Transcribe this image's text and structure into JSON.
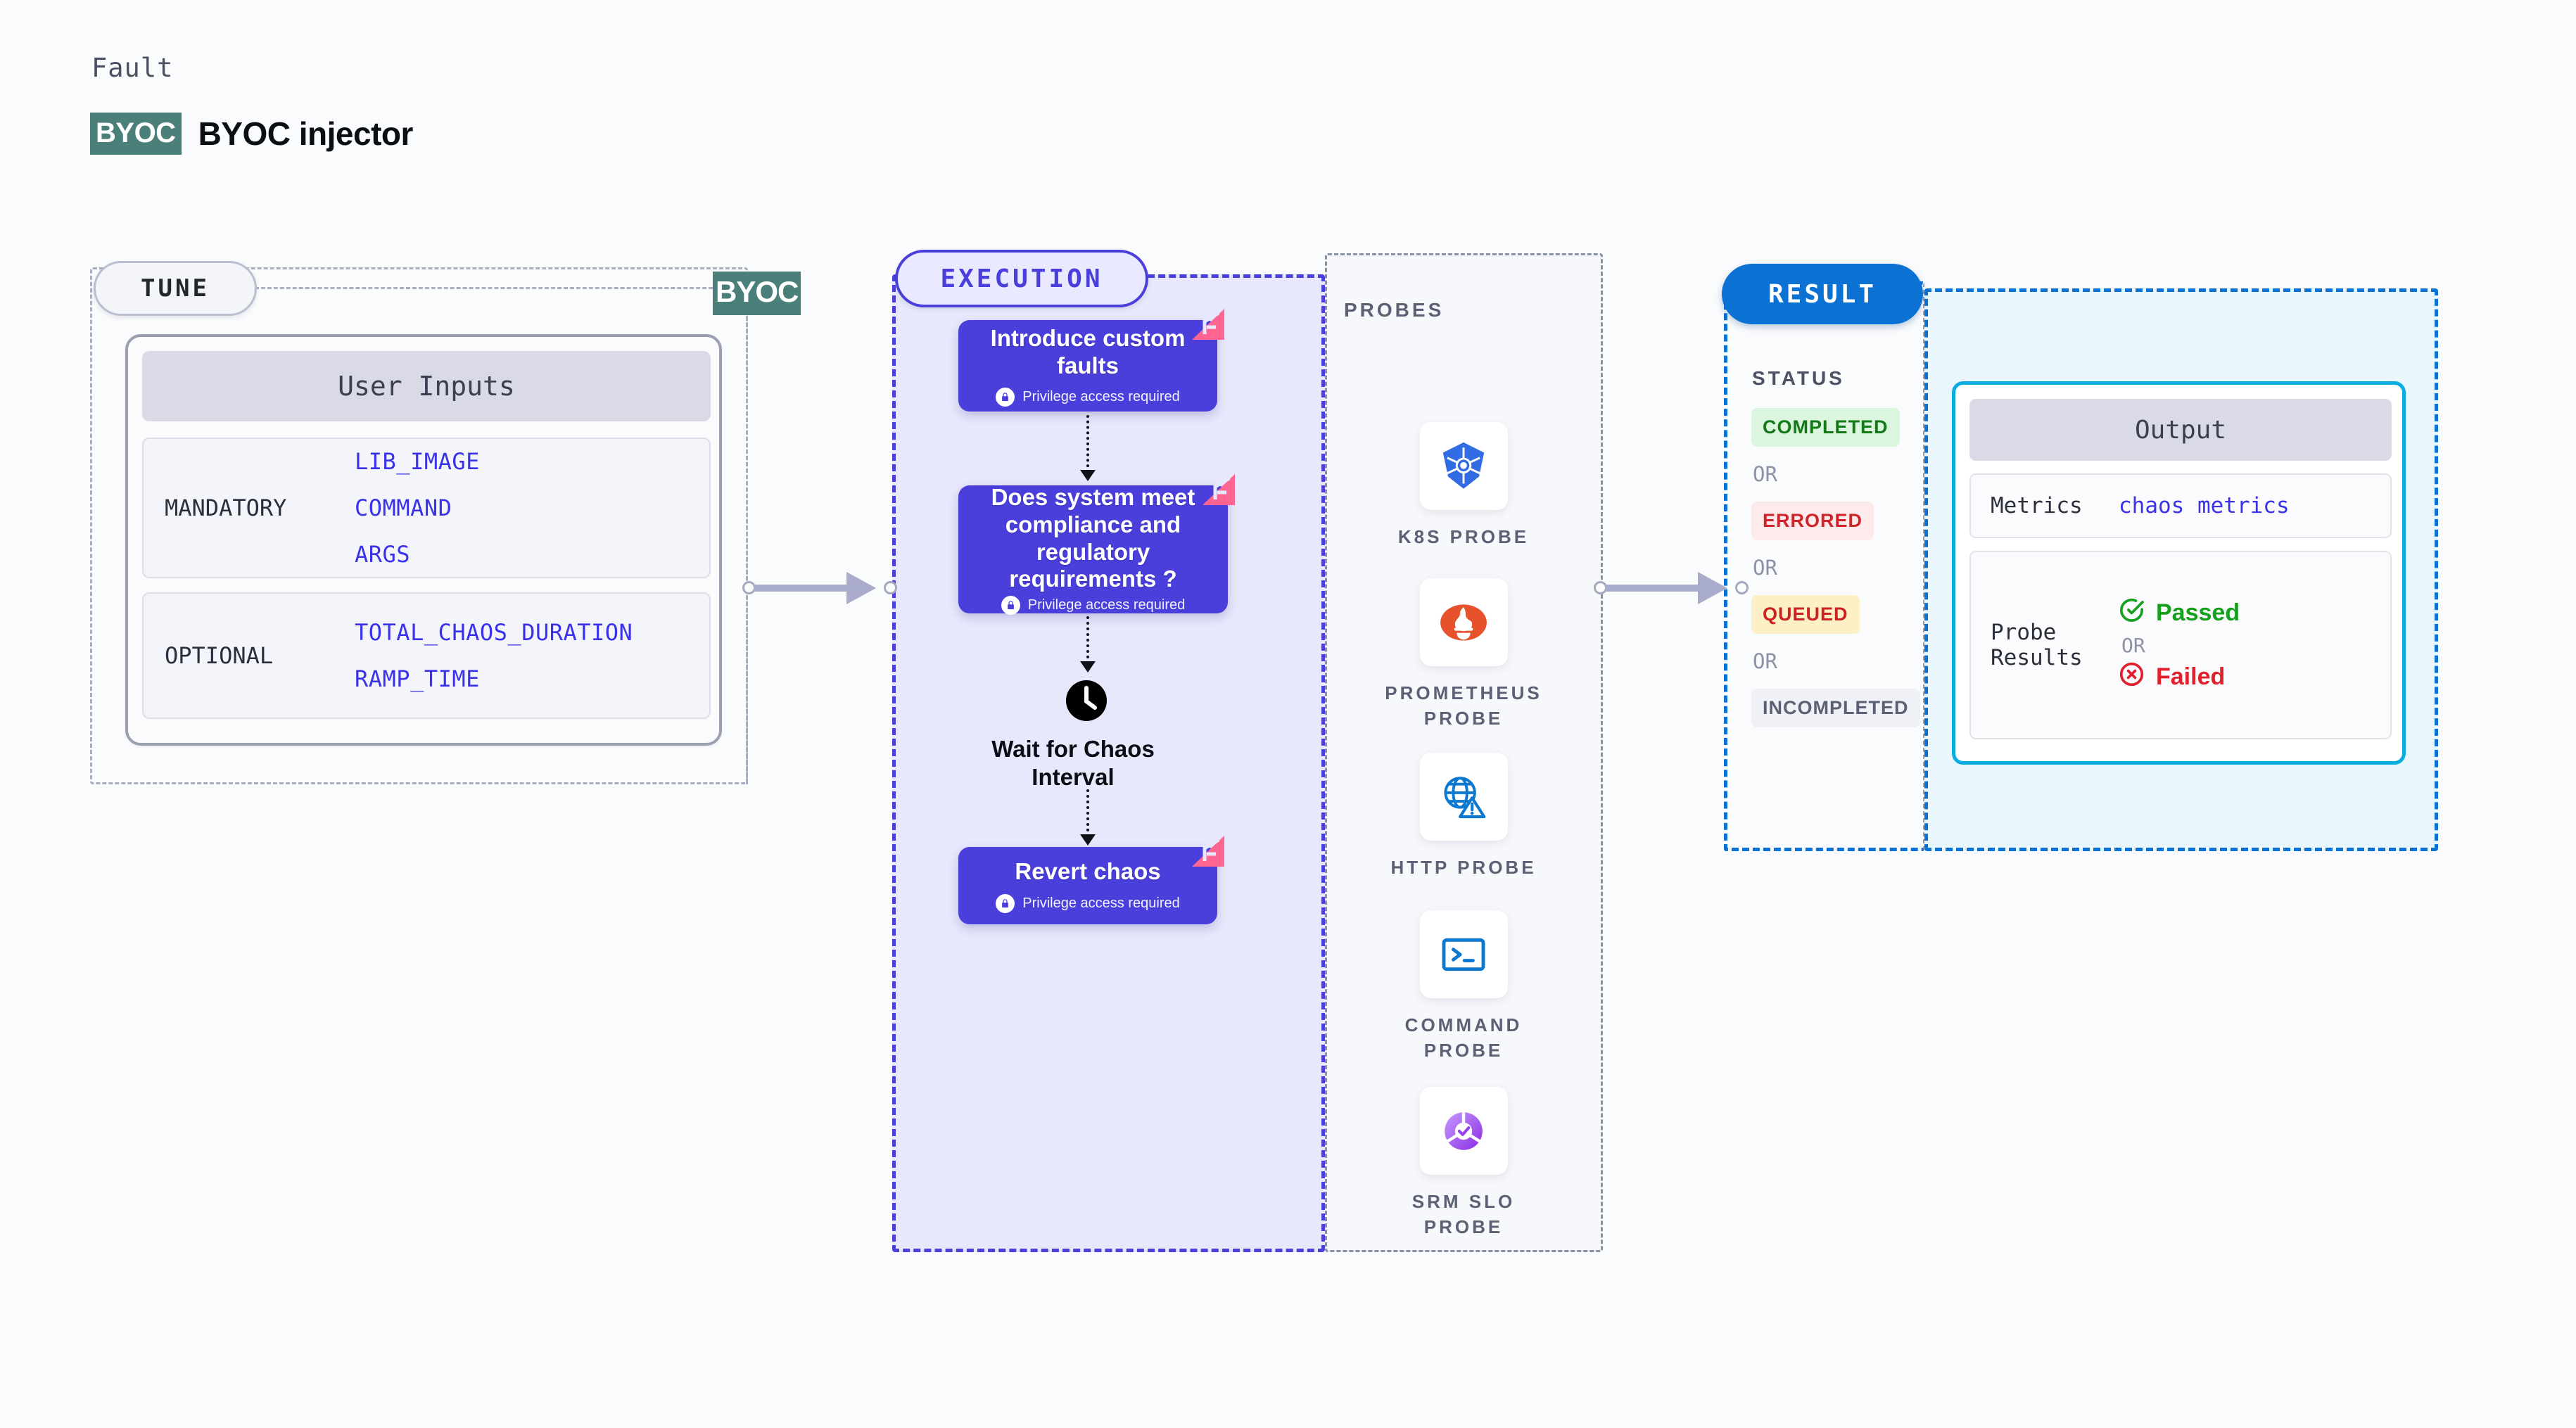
{
  "header": {
    "eyebrow": "Fault",
    "badge": "BYOC",
    "title": "BYOC injector"
  },
  "tune": {
    "pill_label": "TUNE",
    "line_badge": "BYOC",
    "card_header": "User Inputs",
    "groups": [
      {
        "label": "MANDATORY",
        "values": [
          "LIB_IMAGE",
          "COMMAND",
          "ARGS"
        ]
      },
      {
        "label": "OPTIONAL",
        "values": [
          "TOTAL_CHAOS_DURATION",
          "RAMP_TIME"
        ]
      }
    ]
  },
  "execution": {
    "pill_label": "EXECUTION",
    "privilege_note": "Privilege access required",
    "steps": [
      {
        "title": "Introduce custom faults",
        "privileged": true
      },
      {
        "title": "Does system meet compliance and regulatory requirements ?",
        "privileged": true
      },
      {
        "title": "Wait for Chaos Interval",
        "privileged": false
      },
      {
        "title": "Revert chaos",
        "privileged": true
      }
    ],
    "wait_label_line1": "Wait for Chaos",
    "wait_label_line2": "Interval"
  },
  "probes": {
    "section_label": "PROBES",
    "items": [
      {
        "name_line1": "K8S  PROBE",
        "name_line2": "",
        "icon": "kubernetes-icon"
      },
      {
        "name_line1": "PROMETHEUS",
        "name_line2": "PROBE",
        "icon": "prometheus-icon"
      },
      {
        "name_line1": "HTTP  PROBE",
        "name_line2": "",
        "icon": "globe-warning-icon"
      },
      {
        "name_line1": "COMMAND",
        "name_line2": "PROBE",
        "icon": "terminal-icon"
      },
      {
        "name_line1": "SRM  SLO",
        "name_line2": "PROBE",
        "icon": "slo-donut-icon"
      }
    ]
  },
  "result": {
    "pill_label": "RESULT",
    "status_label": "STATUS",
    "or_label": "OR",
    "statuses": [
      {
        "label": "COMPLETED",
        "bg": "#dcf5de",
        "fg": "#127a17"
      },
      {
        "label": "ERRORED",
        "bg": "#fdeaea",
        "fg": "#d0232b"
      },
      {
        "label": "QUEUED",
        "bg": "#fdf0c6",
        "fg": "#cc2222"
      },
      {
        "label": "INCOMPLETED",
        "bg": "#f0f1f6",
        "fg": "#5b6175"
      }
    ]
  },
  "output": {
    "header": "Output",
    "rows": [
      {
        "key": "Metrics",
        "value": "chaos metrics"
      },
      {
        "key_line1": "Probe",
        "key_line2": "Results",
        "passed": "Passed",
        "or": "OR",
        "failed": "Failed"
      }
    ]
  },
  "colors": {
    "brand_purple": "#4a3fdb",
    "brand_blue": "#0b72d4",
    "output_border": "#0bace0",
    "byoc_green": "#4a8079",
    "harness_pink": "#ff6590",
    "pass_green": "#15a01e",
    "fail_red": "#e0202a"
  }
}
